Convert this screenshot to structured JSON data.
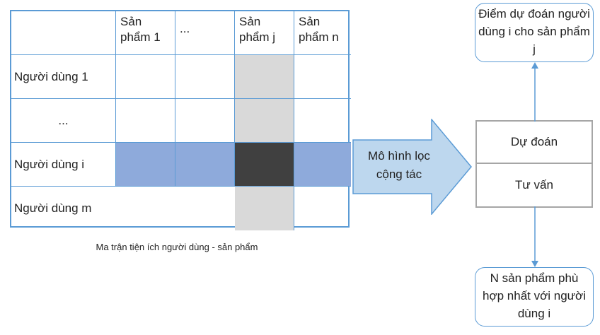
{
  "matrix": {
    "headers": [
      "Sản\nphẩm 1",
      "...",
      "Sản\nphẩm j",
      "Sản\nphẩm n"
    ],
    "rows": [
      "Người dùng 1",
      "...",
      "Người dùng i",
      "Người dùng m"
    ],
    "caption": "Ma trận tiện ích người dùng - sản phẩm"
  },
  "model": {
    "arrow_label": "Mô hình lọc cộng tác",
    "predict_label": "Dự đoán",
    "recommend_label": "Tư vấn"
  },
  "outputs": {
    "prediction": "Điểm dự đoán người dùng i cho sản phẩm j",
    "recommendation": "N sản phẩm phù hợp nhất với người dùng i"
  },
  "colors": {
    "border": "#5b9bd5",
    "highlight_row": "#8eaadb",
    "highlight_col": "#d9d9d9",
    "target_cell": "#404040",
    "arrow_fill": "#bdd7ee"
  }
}
